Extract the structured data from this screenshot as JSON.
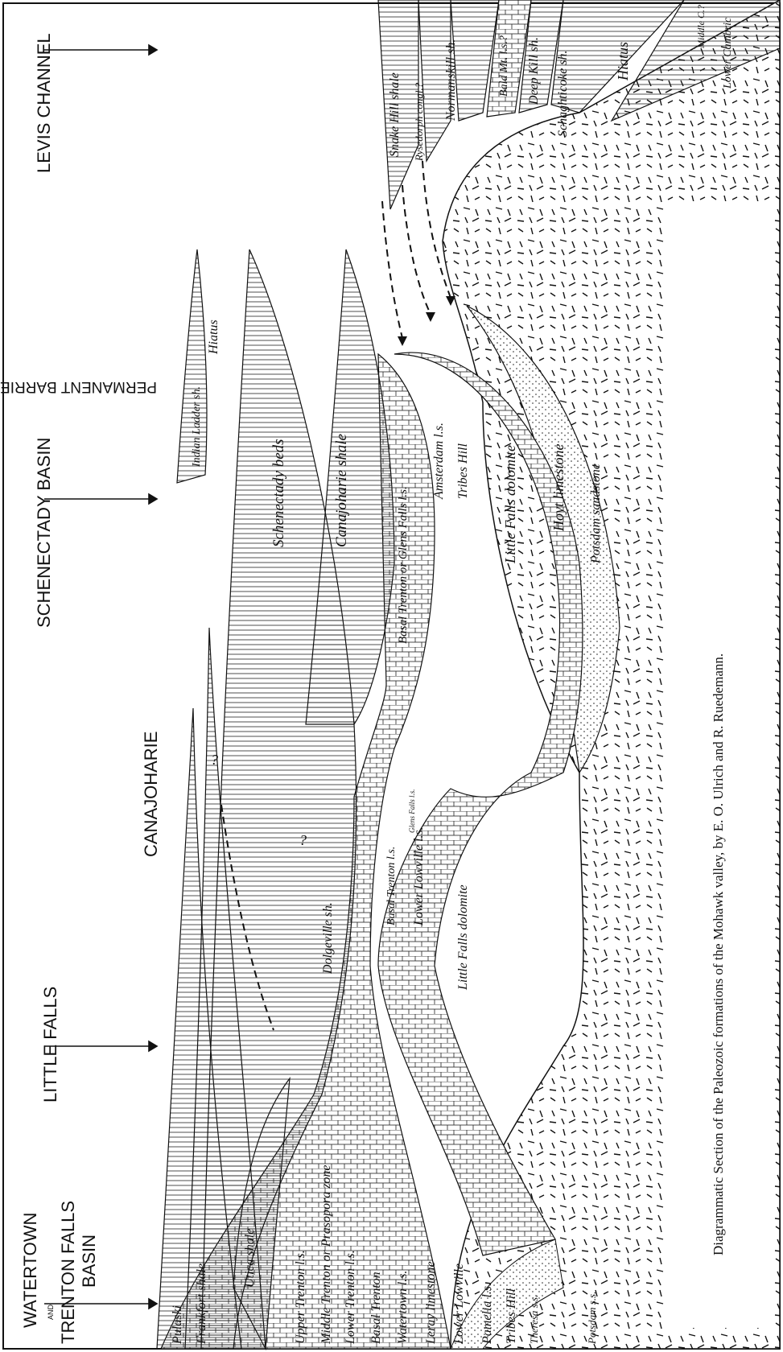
{
  "diagram": {
    "caption": "Diagrammatic Section of the Paleozoic formations of the Mohawk valley, by E. O. Ulrich and R. Ruedemann.",
    "headings": {
      "watertown_line1": "WATERTOWN",
      "watertown_and": "AND",
      "watertown_line2": "TRENTON FALLS",
      "watertown_line3": "BASIN",
      "little_falls": "LITTLE FALLS",
      "canajoharie": "CANAJOHARIE",
      "schenectady_basin": "SCHENECTADY BASIN",
      "levis_channel": "LEVIS CHANNEL",
      "permanent_barrier": "PERMANENT BARRIER"
    },
    "formations_left": [
      "Pulaski",
      "Frankfort shale",
      "Utica shale",
      "Upper Trenton l.s.",
      "Middle Trenton or Prasopora zone",
      "Lower Trenton l.s.",
      "Basal Trenton",
      "Watertown l.s.",
      "Leray limestone",
      "Lower Lowville",
      "Pamelia l.s.",
      "Tribes Hill",
      "Theresa s.s.",
      "Potsdam s.s."
    ],
    "formations_middle": [
      "Dolgeville sh.",
      "Basal Trenton l.s.",
      "Glens Falls l.s.",
      "Lower Lowville l.s.",
      "Little Falls dolomite",
      "?",
      "?"
    ],
    "formations_center": [
      "Indian Ladder sh.",
      "Hiatus",
      "Schenectady beds",
      "Canajoharie shale",
      "Basal Trenton or Glens Falls l.s.",
      "Amsterdam l.s.",
      "Tribes Hill",
      "Little Falls dolomite",
      "Hoyt limestone",
      "Potsdam sandstone"
    ],
    "formations_right": [
      "Snake Hill shale",
      "Rysedorph congl.?",
      "Normanskill sh.",
      "Bald Mt. l.s.?",
      "Deep Kill sh.",
      "Schaghticoke sh.",
      "Hiatus",
      "Middle C.?",
      "Lower Cambric"
    ]
  }
}
